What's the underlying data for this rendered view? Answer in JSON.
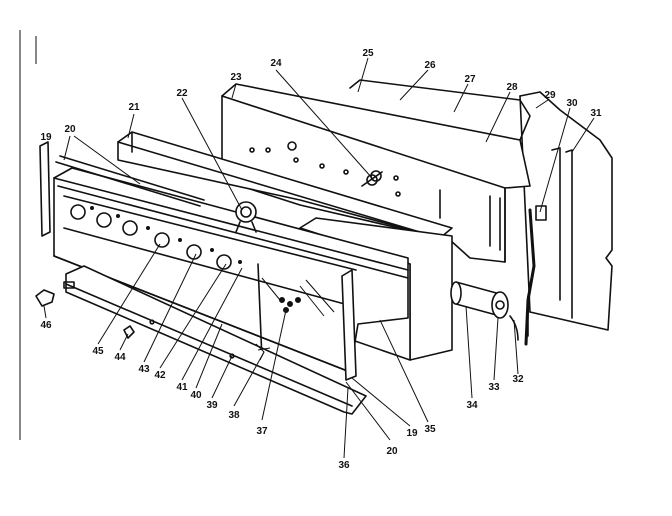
{
  "diagram": {
    "callouts": {
      "c19a": "19",
      "c20a": "20",
      "c21": "21",
      "c22": "22",
      "c23": "23",
      "c24": "24",
      "c25": "25",
      "c26": "26",
      "c27": "27",
      "c28": "28",
      "c29": "29",
      "c30": "30",
      "c31": "31",
      "c32": "32",
      "c33": "33",
      "c34": "34",
      "c35": "35",
      "c19b": "19",
      "c20b": "20",
      "c36": "36",
      "c37": "37",
      "c38": "38",
      "c39": "39",
      "c40": "40",
      "c41": "41",
      "c42": "42",
      "c43": "43",
      "c44": "44",
      "c45": "45",
      "c46": "46"
    }
  }
}
